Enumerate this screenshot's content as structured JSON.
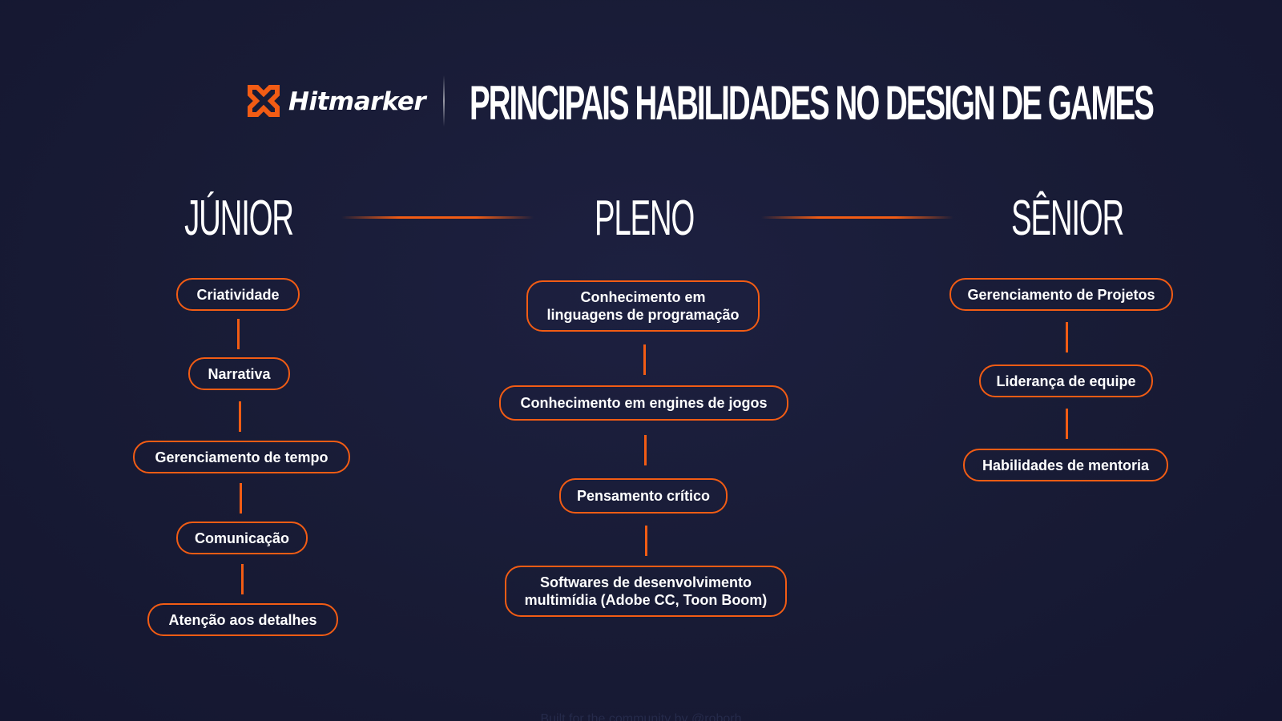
{
  "header": {
    "logo_text": "Hitmarker",
    "title": "PRINCIPAIS HABILIDADES NO DESIGN DE GAMES"
  },
  "colors": {
    "accent": "#f25c14",
    "background": "#181b35",
    "text": "#ffffff"
  },
  "levels": [
    {
      "title": "JÚNIOR",
      "skills": [
        "Criatividade",
        "Narrativa",
        "Gerenciamento de tempo",
        "Comunicação",
        "Atenção aos detalhes"
      ]
    },
    {
      "title": "PLENO",
      "skills": [
        "Conhecimento em\nlinguagens de programação",
        "Conhecimento em engines de jogos",
        "Pensamento crítico",
        "Softwares de desenvolvimento\nmultimídia (Adobe CC, Toon Boom)"
      ]
    },
    {
      "title": "SÊNIOR",
      "skills": [
        "Gerenciamento de Projetos",
        "Liderança de equipe",
        "Habilidades de mentoria"
      ]
    }
  ],
  "footer": "Built for the community by @roborh"
}
